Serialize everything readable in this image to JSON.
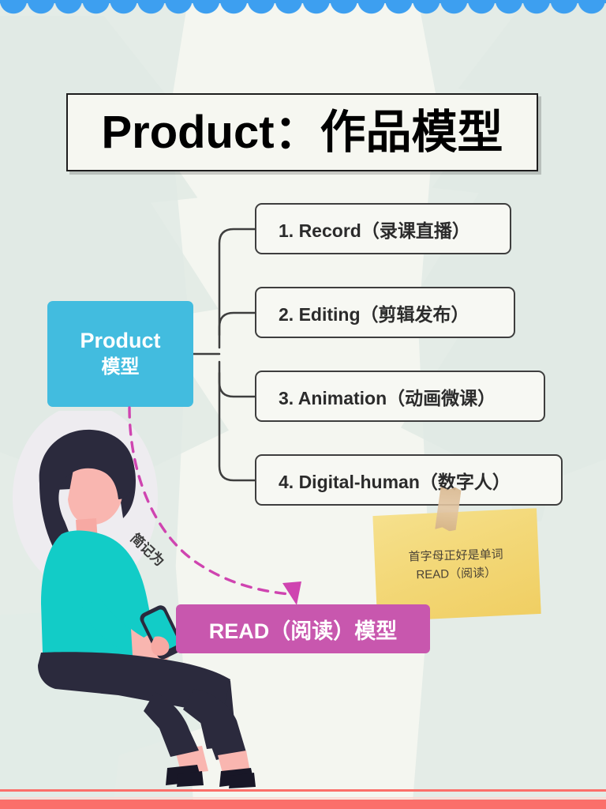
{
  "title": {
    "text": "Product：作品模型"
  },
  "root": {
    "en": "Product",
    "cn": "模型"
  },
  "branches": [
    {
      "label": "1. Record（录课直播）"
    },
    {
      "label": "2. Editing（剪辑发布）"
    },
    {
      "label": "3. Animation（动画微课）"
    },
    {
      "label": "4. Digital-human（数字人）"
    }
  ],
  "connector_label": "简记为",
  "result": {
    "label": "READ（阅读）模型"
  },
  "sticky_note": {
    "line1": "首字母正好是单词",
    "line2": "READ（阅读）"
  },
  "colors": {
    "top_band_blue": "#3d9ff0",
    "background_mint": "#e4ece7",
    "background_paper": "#f4f6f0",
    "root_node_blue": "#42bcdf",
    "result_node_magenta": "#c857ae",
    "leaf_border": "#3e3e3e",
    "sticky_yellow": "#f3d878",
    "tape_tan": "#d8b78e",
    "bottom_bar_coral": "#fb6f6a",
    "dashed_arrow": "#cf44b0",
    "figure_shirt_teal": "#12ccc7",
    "figure_hair_navy": "#2b2a3d",
    "figure_skin_pink": "#f9b6b0"
  }
}
